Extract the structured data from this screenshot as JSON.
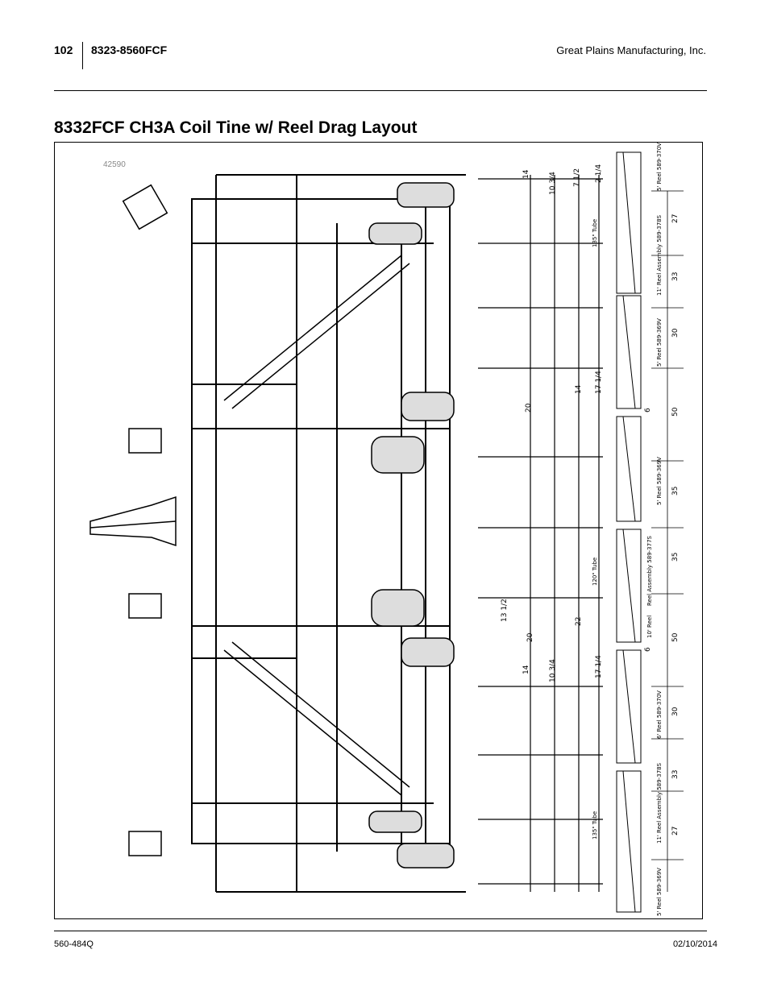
{
  "header": {
    "page_number": "102",
    "model": "8323-8560FCF",
    "company": "Great Plains Manufacturing, Inc."
  },
  "title": "8332FCF CH3A Coil Tine w/ Reel Drag Layout",
  "figure": {
    "figure_id": "42590",
    "dimensions_right": [
      "27",
      "33",
      "30",
      "50",
      "35",
      "35",
      "50",
      "30",
      "33",
      "27"
    ],
    "dimensions_mid": [
      "14",
      "10 3/4",
      "7 1/2",
      "2 1/4",
      "20",
      "14",
      "17 1/4",
      "13 1/2",
      "22",
      "20",
      "14",
      "10 3/4",
      "17 1/4",
      "6",
      "6"
    ],
    "tube_labels": [
      "135\" Tube",
      "120\" Tube",
      "135\" Tube"
    ],
    "reel_labels": [
      "5' Reel 589-370V",
      "11' Reel Assembly 589-378S",
      "5' Reel 589-369V",
      "5' Reel 589-369V",
      "Reel Assembly 589-377S",
      "10' Reel",
      "6' Reel 589-370V",
      "11' Reel Assembly 589-378S",
      "5' Reel 589-369V"
    ]
  },
  "footer": {
    "doc_number": "560-484Q",
    "date": "02/10/2014"
  }
}
